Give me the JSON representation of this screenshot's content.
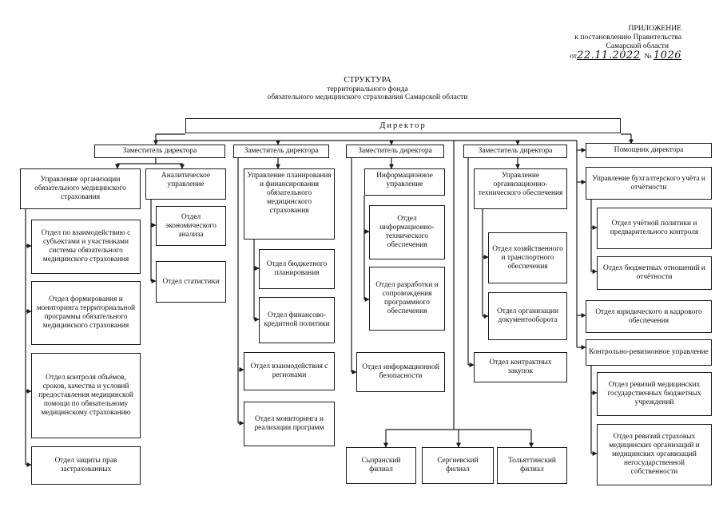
{
  "header": {
    "appendix": "ПРИЛОЖЕНИЕ",
    "to_resolution": "к постановлению Правительства",
    "region": "Самарской области",
    "from_prefix": "от",
    "date": "22.11.2022",
    "number_prefix": "№",
    "number": "1026"
  },
  "title": {
    "line1": "СТРУКТУРА",
    "line2": "территориального фонда",
    "line3": "обязательного медицинского страхования Самарской области"
  },
  "director": "Директор",
  "deputies": {
    "d1": "Заместитель директора",
    "d2": "Заместитель директора",
    "d3": "Заместитель директора",
    "d4": "Заместитель директора",
    "assistant": "Помощник директора"
  },
  "col1": {
    "head": "Управление организации обязательного медицинского страхования",
    "items": [
      "Отдел по взаимодействию с субъектами и участниками системы обязательного медицинского страхования",
      "Отдел формирования и мониторинга территориальной программы обязательного медицинского страхования",
      "Отдел контроля объёмов, сроков, качества и условий предоставления медицинской помощи по обязательному медицинскому страхованию",
      "Отдел защиты прав застрахованных"
    ]
  },
  "col2": {
    "head": "Аналитическое управление",
    "items": [
      "Отдел экономического анализа",
      "Отдел статистики"
    ]
  },
  "col3": {
    "head": "Управление планирования и финансирования обязательного медицинского страхования",
    "items": [
      "Отдел бюджетного планирования",
      "Отдел финансово-кредитной политики",
      "Отдел взаимодействия с регионами",
      "Отдел мониторинга и реализации программ"
    ]
  },
  "col4": {
    "head": "Информационное управление",
    "items": [
      "Отдел информационно-технического обеспечения",
      "Отдел разработки и сопровождения программного обеспечения",
      "Отдел информационной безопасности"
    ]
  },
  "col5": {
    "head": "Управление организационно-технического обеспечения",
    "items": [
      "Отдел хозяйственного и транспортного обеспечения",
      "Отдел организации документооборота",
      "Отдел контрактных закупок"
    ]
  },
  "col6": {
    "head1": "Управление бухгалтерского учёта и отчётности",
    "items1": [
      "Отдел учётной политики и предварительного контроля",
      "Отдел бюджетных отношений и отчётности"
    ],
    "legal": "Отдел юридического и кадрового обеспечения",
    "head2": "Контрольно-ревизионное управление",
    "items2": [
      "Отдел ревизий медицинских государственных бюджетных учреждений",
      "Отдел ревизий страховых медицинских организаций и медицинских организаций негосударственной собственности"
    ]
  },
  "branches": [
    "Сызранский филиал",
    "Сергиевский филиал",
    "Тольяттинский филиал"
  ]
}
